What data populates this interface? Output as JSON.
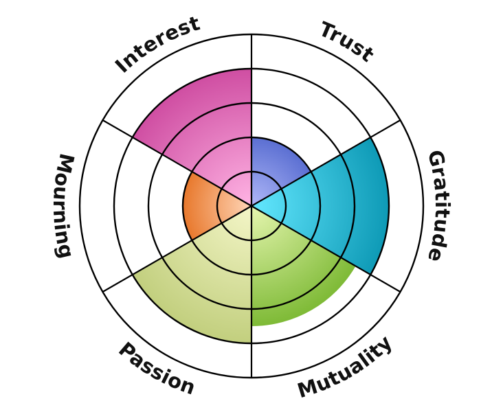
{
  "wheel": {
    "segments": [
      {
        "label": "Trust",
        "value": 4,
        "color_light": "#b0b8f8",
        "color_dark": "#5b6fd2"
      },
      {
        "label": "Gratitude",
        "value": 8,
        "color_light": "#64e8ff",
        "color_dark": "#0e9ab6"
      },
      {
        "label": "Mutuality",
        "value": 7,
        "color_light": "#e6f6b0",
        "color_dark": "#7eba36"
      },
      {
        "label": "Passion",
        "value": 8,
        "color_light": "#f4f6c8",
        "color_dark": "#c2cf7e"
      },
      {
        "label": "Mourning",
        "value": 4,
        "color_light": "#ffd6b8",
        "color_dark": "#e8782c"
      },
      {
        "label": "Interest",
        "value": 8,
        "color_light": "#ffb4e4",
        "color_dark": "#cf4ea2"
      }
    ],
    "scale_max": 10,
    "ring_count": 5
  }
}
